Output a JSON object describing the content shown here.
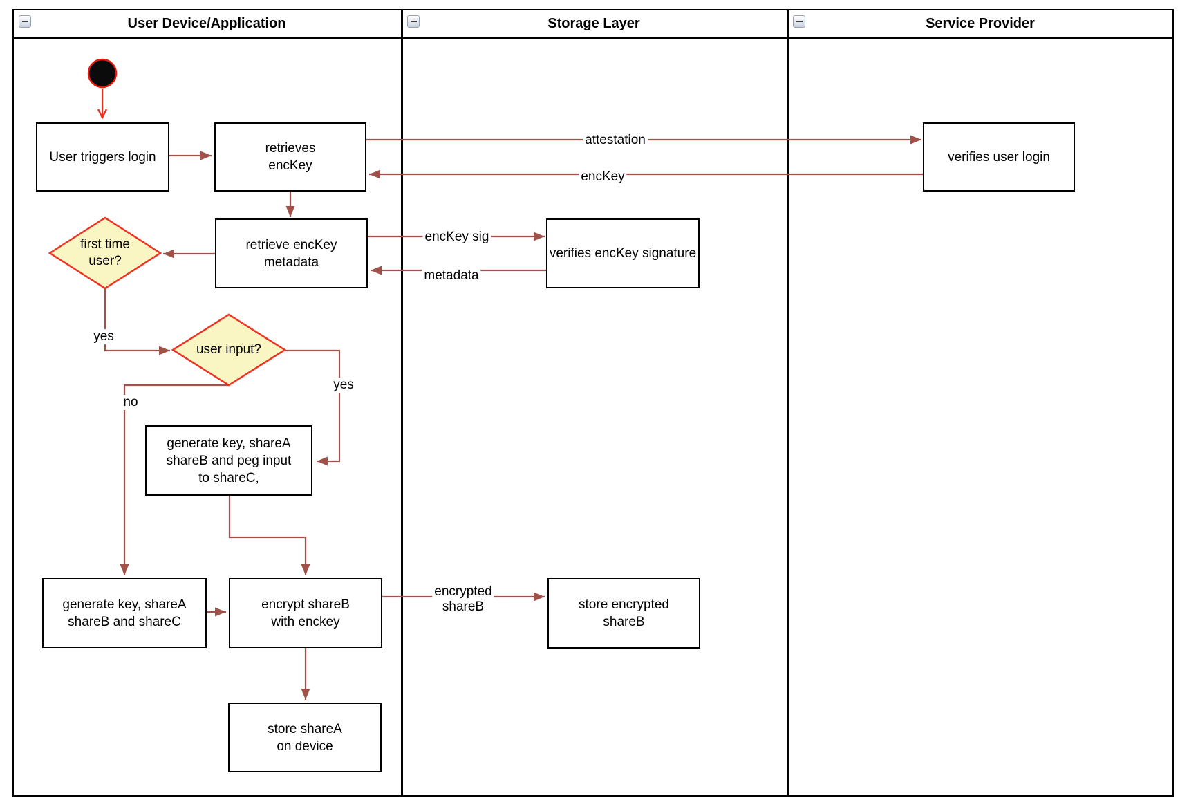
{
  "diagram": {
    "lanes": [
      {
        "title": "User Device/Application"
      },
      {
        "title": "Storage Layer"
      },
      {
        "title": "Service Provider"
      }
    ],
    "nodes": {
      "user_triggers_login": "User triggers login",
      "retrieves_enckey": "retrieves\nencKey",
      "verifies_user_login": "verifies user login",
      "retrieve_enckey_metadata": "retrieve encKey\nmetadata",
      "verifies_enckey_signature": "verifies encKey signature",
      "first_time_user": "first time\nuser?",
      "user_input": "user input?",
      "generate_key_shareab_peg_input": "generate key, shareA\nshareB and peg input\nto shareC,",
      "generate_key_shareabc": "generate key, shareA\nshareB and shareC",
      "encrypt_shareb_with_enckey": "encrypt shareB\nwith enckey",
      "store_encrypted_shareb": "store encrypted\nshareB",
      "store_sharea_on_device": "store shareA\non device"
    },
    "edge_labels": {
      "attestation": "attestation",
      "enckey": "encKey",
      "enckey_sig": "encKey sig",
      "metadata": "metadata",
      "first_time_yes": "yes",
      "user_input_yes": "yes",
      "user_input_no": "no",
      "encrypted_shareb": "encrypted\nshareB"
    },
    "colors": {
      "flow_arrow": "#A0524A",
      "start_arrow": "#F42A1D",
      "decision_fill": "#F9F6C4",
      "decision_stroke": "#F03222",
      "start_node_fill": "#0B0B0B",
      "start_node_stroke": "#E8190B",
      "node_border": "#000000"
    }
  }
}
